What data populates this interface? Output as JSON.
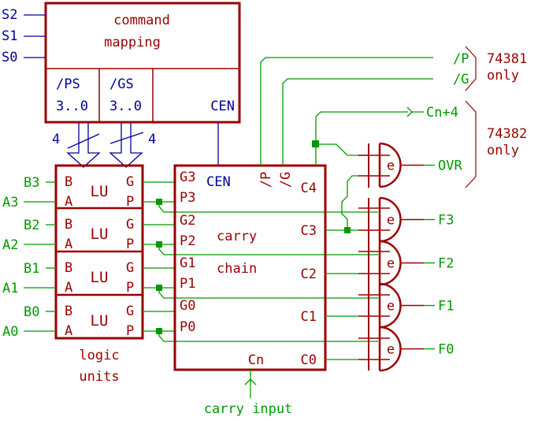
{
  "colors": {
    "component": "#990000",
    "control_signal": "#000099",
    "data_signal": "#009900",
    "background": "#ffffff"
  },
  "command_mapping": {
    "title_line1": "command",
    "title_line2": "mapping",
    "inputs": [
      "S2",
      "S1",
      "S0"
    ],
    "ps_label": "/PS",
    "ps_range": "3..0",
    "gs_label": "/GS",
    "gs_range": "3..0",
    "cen_label": "CEN",
    "bus_width_left": "4",
    "bus_width_right": "4"
  },
  "logic_units": {
    "caption_line1": "logic",
    "caption_line2": "units",
    "units": [
      {
        "name": "LU",
        "b_in": "B3",
        "a_in": "A3",
        "b_pin": "B",
        "a_pin": "A",
        "g_pin": "G",
        "p_pin": "P"
      },
      {
        "name": "LU",
        "b_in": "B2",
        "a_in": "A2",
        "b_pin": "B",
        "a_pin": "A",
        "g_pin": "G",
        "p_pin": "P"
      },
      {
        "name": "LU",
        "b_in": "B1",
        "a_in": "A1",
        "b_pin": "B",
        "a_pin": "A",
        "g_pin": "G",
        "p_pin": "P"
      },
      {
        "name": "LU",
        "b_in": "B0",
        "a_in": "A0",
        "b_pin": "B",
        "a_pin": "A",
        "g_pin": "G",
        "p_pin": "P"
      }
    ]
  },
  "carry_chain": {
    "label_line1": "carry",
    "label_line2": "chain",
    "cen_label": "CEN",
    "p_out_label": "/P",
    "g_out_label": "/G",
    "inputs": [
      "G3",
      "P3",
      "G2",
      "P2",
      "G1",
      "P1",
      "G0",
      "P0"
    ],
    "outputs": [
      "C4",
      "C3",
      "C2",
      "C1",
      "C0"
    ],
    "cn_label": "Cn",
    "carry_input_label": "carry input"
  },
  "xor_gates": {
    "gate_label": "e",
    "outputs": [
      "OVR",
      "F3",
      "F2",
      "F1",
      "F0"
    ]
  },
  "outputs": {
    "p_label": "/P",
    "g_label": "/G",
    "cn4_label": "Cn+4",
    "group1_note_line1": "74381",
    "group1_note_line2": "only",
    "group2_note_line1": "74382",
    "group2_note_line2": "only"
  }
}
